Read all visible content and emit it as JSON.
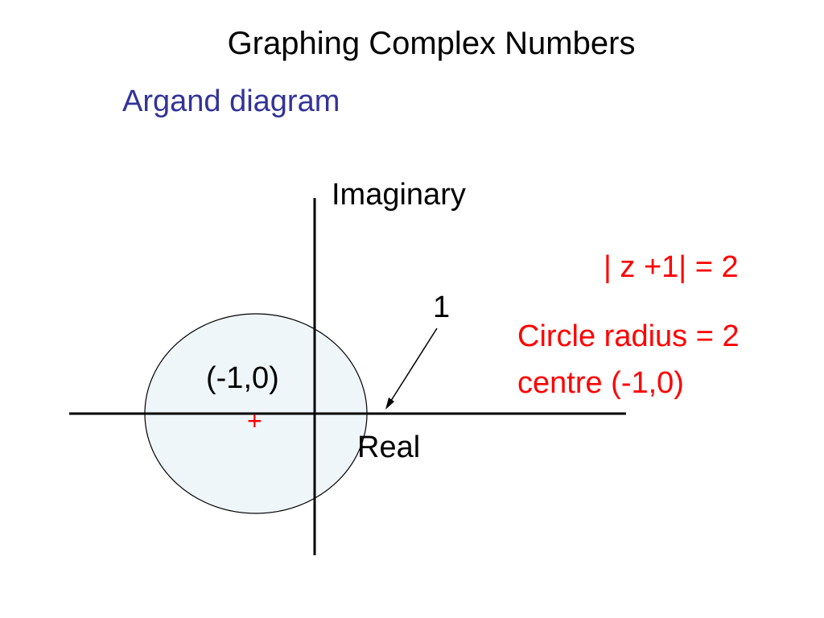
{
  "slide": {
    "title": "Graphing Complex Numbers",
    "subtitle": "Argand diagram"
  },
  "diagram": {
    "axis_imaginary_label": "Imaginary",
    "axis_real_label": "Real",
    "radius_label": "1",
    "centre_label": "(-1,0)",
    "centre_marker": "+",
    "equation": "| z +1| = 2",
    "description_line1": "Circle radius = 2",
    "description_line2": "centre (-1,0)",
    "colors": {
      "title": "#000000",
      "subtitle": "#333399",
      "annotation": "#ff0000",
      "circle_fill": "#eef6fa",
      "axis": "#000000"
    }
  }
}
